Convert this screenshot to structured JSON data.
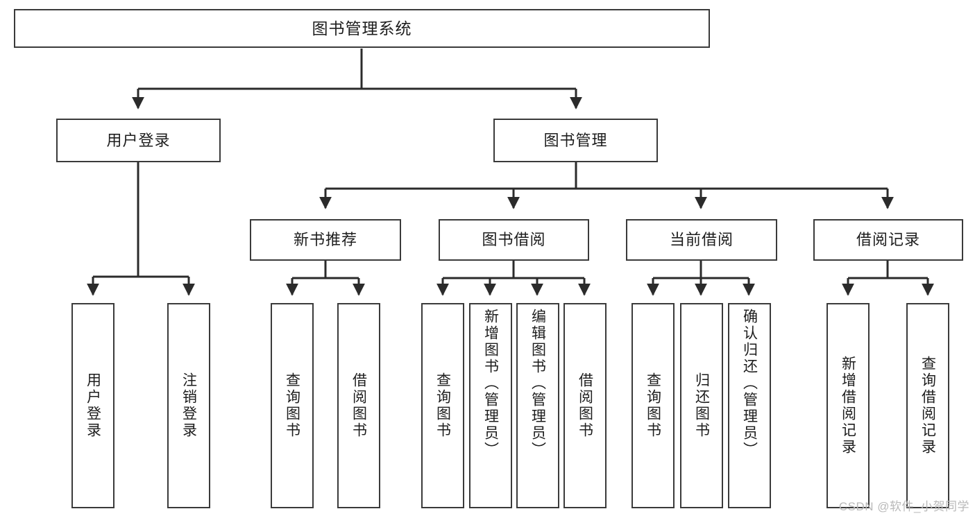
{
  "diagram": {
    "title": "图书管理系统",
    "type": "tree-hierarchy-chart",
    "colors": {
      "box_border": "#3a3a3a",
      "box_fill": "#ffffff",
      "connector": "#2b2b2b",
      "text": "#1d1d1d",
      "watermark": "#b9b9b9",
      "background": "#ffffff"
    },
    "root": {
      "label": "图书管理系统"
    },
    "level2": [
      {
        "label": "用户登录"
      },
      {
        "label": "图书管理"
      }
    ],
    "level3": [
      {
        "label": "新书推荐"
      },
      {
        "label": "图书借阅"
      },
      {
        "label": "当前借阅"
      },
      {
        "label": "借阅记录"
      }
    ],
    "leaves": {
      "user_login": [
        {
          "label": "用户登录"
        },
        {
          "label": "注销登录"
        }
      ],
      "new_book_recommend": [
        {
          "label": "查询图书"
        },
        {
          "label": "借阅图书"
        }
      ],
      "book_borrow": [
        {
          "label": "查询图书"
        },
        {
          "label": "新增图书（管理员）"
        },
        {
          "label": "编辑图书（管理员）"
        },
        {
          "label": "借阅图书"
        }
      ],
      "current_borrow": [
        {
          "label": "查询图书"
        },
        {
          "label": "归还图书"
        },
        {
          "label": "确认归还（管理员）"
        }
      ],
      "borrow_records": [
        {
          "label": "新增借阅记录"
        },
        {
          "label": "查询借阅记录"
        }
      ]
    }
  },
  "watermark": {
    "text": "CSDN @软件_小贺同学"
  }
}
